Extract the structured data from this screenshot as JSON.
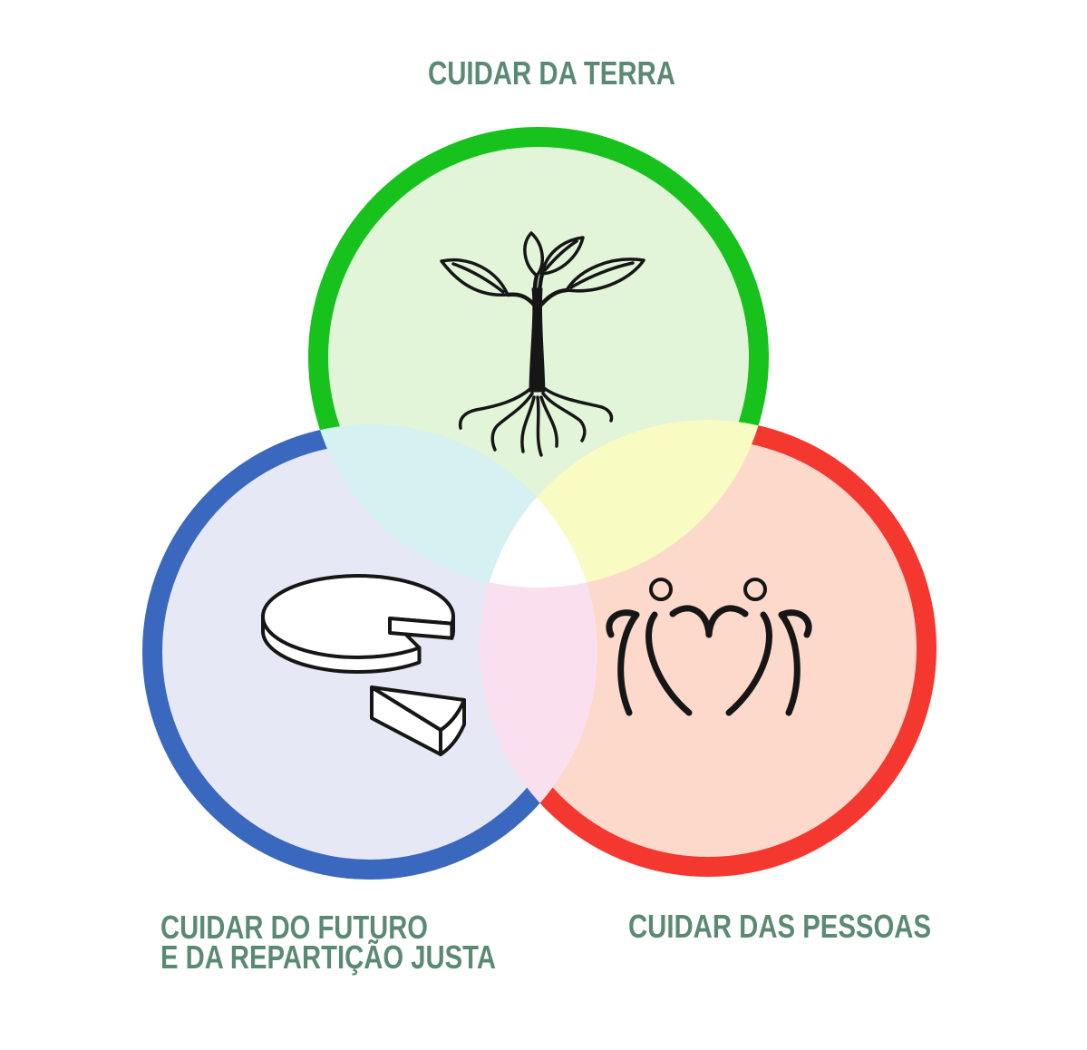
{
  "labels": {
    "earth": "CUIDAR DA TERRA",
    "future_line1": "CUIDAR DO FUTURO",
    "future_line2": "E DA REPARTIÇÃO JUSTA",
    "people": "CUIDAR DAS PESSOAS"
  },
  "text_color": "#5b8a74",
  "circles": {
    "earth": {
      "icon": "tree-with-roots-icon",
      "fill": "#e2f5d9",
      "stroke": "#17c21d"
    },
    "future": {
      "icon": "pie-and-slice-icon",
      "fill": "#e6e8f5",
      "stroke": "#3a68be"
    },
    "people": {
      "icon": "people-group-icon",
      "fill": "#fdd9cb",
      "stroke": "#f4372f"
    }
  },
  "overlaps": {
    "earth_future": "#d6f1f2",
    "earth_people": "#f8fbc2",
    "future_people": "#fae0ef",
    "all": "#ffffff"
  }
}
